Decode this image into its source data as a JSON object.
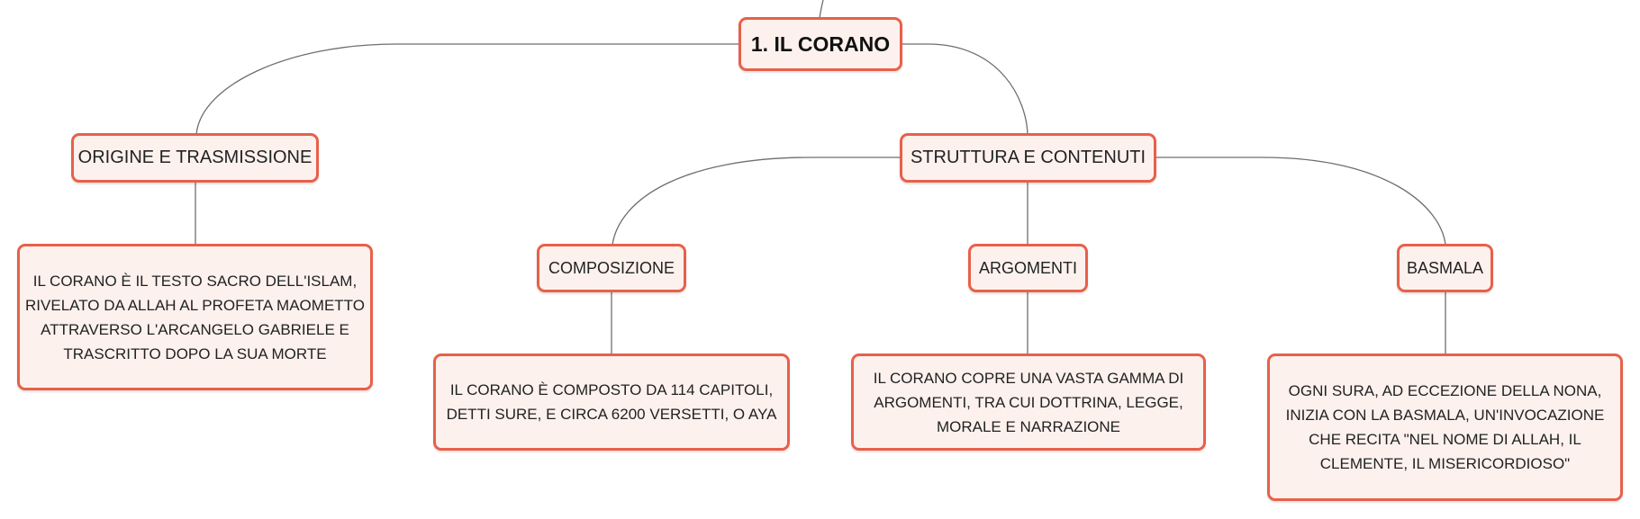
{
  "map": {
    "root": {
      "label": "1. IL CORANO"
    },
    "origin": {
      "label": "ORIGINE E TRASMISSIONE",
      "detail": "IL CORANO È IL TESTO SACRO DELL'ISLAM, RIVELATO DA ALLAH AL PROFETA MAOMETTO ATTRAVERSO L'ARCANGELO GABRIELE E TRASCRITTO DOPO LA SUA MORTE"
    },
    "structure": {
      "label": "STRUTTURA E CONTENUTI",
      "composition": {
        "label": "COMPOSIZIONE",
        "detail": "IL CORANO È COMPOSTO DA 114 CAPITOLI, DETTI SURE, E CIRCA 6200 VERSETTI, O AYA"
      },
      "topics": {
        "label": "ARGOMENTI",
        "detail": "IL CORANO COPRE UNA VASTA GAMMA DI ARGOMENTI, TRA CUI DOTTRINA, LEGGE, MORALE E NARRAZIONE"
      },
      "basmala": {
        "label": "BASMALA",
        "detail": "OGNI SURA, AD ECCEZIONE DELLA NONA, INIZIA CON LA BASMALA, UN'INVOCAZIONE CHE RECITA \"NEL NOME DI ALLAH, IL CLEMENTE, IL MISERICORDIOSO\""
      }
    }
  },
  "colors": {
    "node_border": "#e8604a",
    "node_fill": "#fdf1ed",
    "connector": "#6e6e6e"
  }
}
